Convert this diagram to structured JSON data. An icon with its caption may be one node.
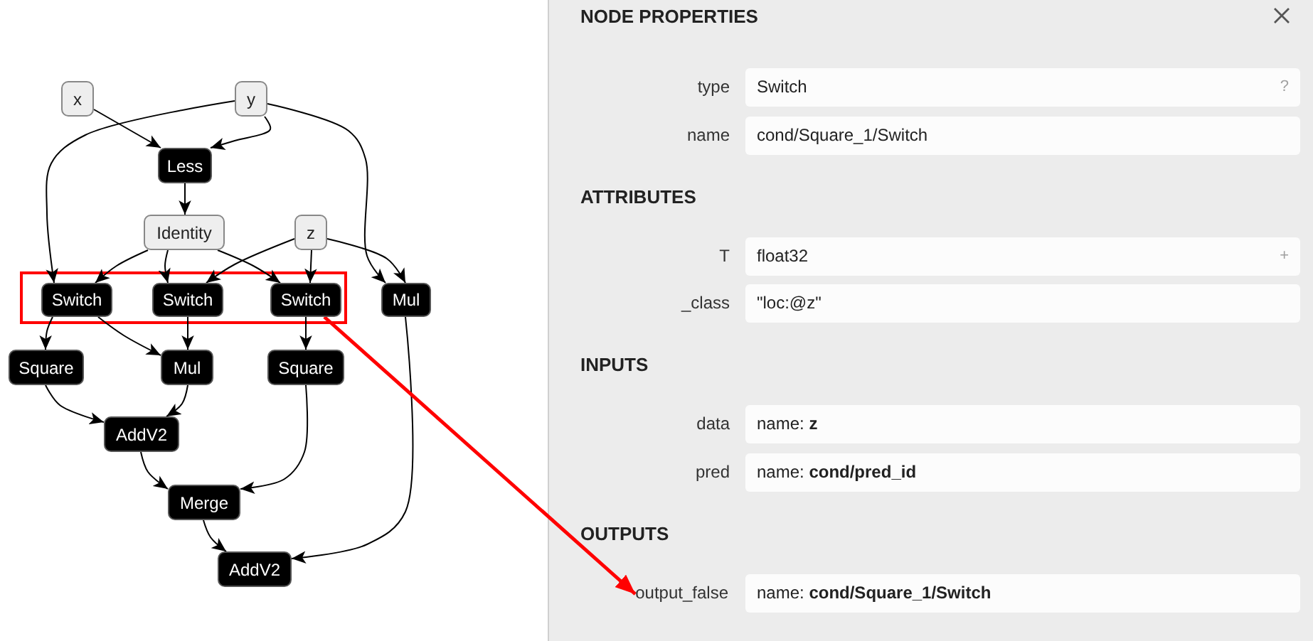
{
  "diagram": {
    "nodes": [
      {
        "text": [
          "x"
        ]
      },
      {
        "text": [
          "y"
        ]
      },
      {
        "text": [
          "Less"
        ]
      },
      {
        "text": [
          "Identity"
        ]
      },
      {
        "text": [
          "z"
        ]
      },
      {
        "text": [],
        "shape": "box"
      },
      {
        "text": [
          "Switch"
        ],
        "in": 5
      },
      {
        "text": [
          "Switch"
        ],
        "in": 5
      },
      {
        "text": [
          "Switch"
        ],
        "in": 5
      },
      {
        "text": [
          "Mul"
        ]
      },
      {
        "text": [
          "Square"
        ]
      },
      {
        "text": [
          "Mul"
        ]
      },
      {
        "text": [
          "Square"
        ]
      },
      {
        "text": [
          "AddV2"
        ]
      },
      {
        "text": [
          "Merge"
        ]
      },
      {
        "text": [
          "AddV2"
        ]
      },
      {
        "text": [
          "output_false"
        ]
      }
    ],
    "edges": [
      {
        "from": 0,
        "to": 2,
        "arrow": "to"
      },
      {
        "from": 1,
        "to": 2,
        "arrow": "to"
      },
      {
        "from": 1,
        "to": 6,
        "arrow": "to"
      },
      {
        "from": 1,
        "to": 9,
        "arrow": "to"
      },
      {
        "from": 2,
        "to": 3,
        "arrow": "to"
      },
      {
        "from": 3,
        "to": 6,
        "arrow": "to"
      },
      {
        "from": 3,
        "to": 7,
        "arrow": "to"
      },
      {
        "from": 3,
        "to": 8,
        "arrow": "to"
      },
      {
        "from": 4,
        "to": 7,
        "arrow": "to"
      },
      {
        "from": 4,
        "to": 8,
        "arrow": "to"
      },
      {
        "from": 4,
        "to": 9,
        "arrow": "to"
      },
      {
        "from": 6,
        "to": 10,
        "arrow": "to"
      },
      {
        "from": 6,
        "to": 11,
        "arrow": "to"
      },
      {
        "from": 7,
        "to": 11,
        "arrow": "to"
      },
      {
        "from": 8,
        "to": 12,
        "arrow": "to"
      },
      {
        "from": 10,
        "to": 13,
        "arrow": "to"
      },
      {
        "from": 11,
        "to": 13,
        "arrow": "to"
      },
      {
        "from": 13,
        "to": 14,
        "arrow": "to"
      },
      {
        "from": 12,
        "to": 14,
        "arrow": "to"
      },
      {
        "from": 14,
        "to": 15,
        "arrow": "to"
      },
      {
        "from": 9,
        "to": 15,
        "arrow": "to"
      },
      {
        "from": 8,
        "to": 16,
        "arrow": "to",
        "style": "thick",
        "color": "#ff0000"
      }
    ],
    "labels": [
      "NODE PROPERTIES",
      "type",
      "Switch",
      "?",
      "name",
      "cond/Square_1/Switch",
      "ATTRIBUTES",
      "T",
      "float32",
      "+",
      "_class",
      "\"loc:@z\"",
      "INPUTS",
      "data",
      "name: **z**",
      "pred",
      "name: **cond/pred_id**",
      "OUTPUTS",
      "name: **cond/Square_1/Switch**"
    ]
  }
}
